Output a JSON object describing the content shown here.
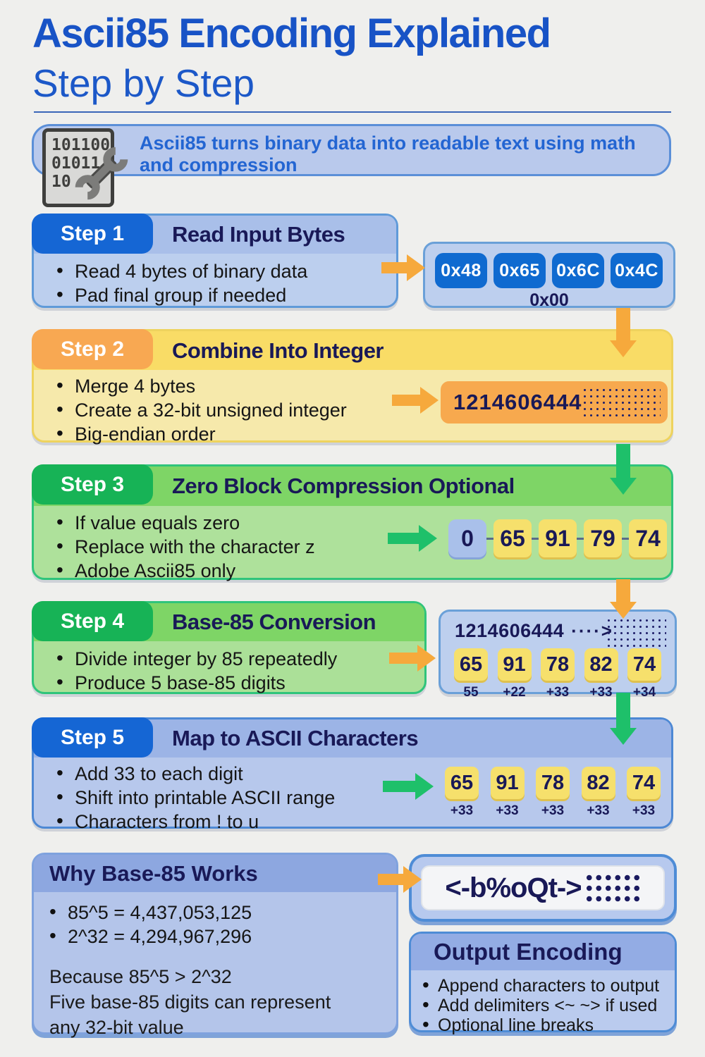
{
  "title": {
    "line1": "Ascii85 Encoding Explained",
    "line2": "Step by Step"
  },
  "intro": {
    "text": "Ascii85 turns binary data into readable text using math and compression",
    "icon_lines": [
      "101100",
      "01011",
      "10"
    ]
  },
  "steps": [
    {
      "label": "Step 1",
      "title": "Read Input Bytes",
      "bullets": [
        "Read 4 bytes of binary data",
        "Pad final group if needed"
      ],
      "bytes": [
        "0x48",
        "0x65",
        "0x6C",
        "0x4C"
      ],
      "pad_byte": "0x00"
    },
    {
      "label": "Step 2",
      "title": "Combine Into Integer",
      "bullets": [
        "Merge 4 bytes",
        "Create a 32-bit unsigned integer",
        "Big-endian order"
      ],
      "integer": "1214606444"
    },
    {
      "label": "Step 3",
      "title": "Zero Block Compression Optional",
      "bullets": [
        "If value equals zero",
        "Replace with the character z",
        "Adobe Ascii85 only"
      ],
      "chips": [
        "0",
        "65",
        "91",
        "79",
        "74"
      ]
    },
    {
      "label": "Step 4",
      "title": "Base-85 Conversion",
      "bullets": [
        "Divide integer by 85 repeatedly",
        "Produce 5 base-85 digits"
      ],
      "integer": "1214606444",
      "dotted_arrow": "····>",
      "digits": [
        "65",
        "91",
        "78",
        "82",
        "74"
      ],
      "sub_labels": [
        "55",
        "+22",
        "+33",
        "+33",
        "+34"
      ]
    },
    {
      "label": "Step 5",
      "title": "Map to ASCII Characters",
      "bullets": [
        "Add 33 to each digit",
        "Shift into printable ASCII range",
        "Characters from ! to u"
      ],
      "digits": [
        "65",
        "91",
        "78",
        "82",
        "74"
      ],
      "sub_labels": [
        "+33",
        "+33",
        "+33",
        "+33",
        "+33"
      ]
    }
  ],
  "why": {
    "title": "Why Base-85 Works",
    "bullets": [
      "85^5 = 4,437,053,125",
      "2^32 = 4,294,967,296"
    ],
    "note_lines": [
      "Because 85^5 > 2^32",
      "Five base-85 digits can represent",
      "any 32-bit value"
    ]
  },
  "output": {
    "encoded": "<-b%oQt->"
  },
  "output_encoding": {
    "title": "Output Encoding",
    "bullets": [
      "Append characters to output",
      "Add delimiters <~ ~> if used",
      "Optional line breaks"
    ]
  },
  "colors": {
    "title_blue": "#1853c6",
    "navy": "#191957",
    "step_blue": "#1566d4",
    "label_orange": "#f8a852",
    "band_yellow": "#f9dc66",
    "label_green": "#17b356",
    "band_green": "#7ed566",
    "arrow_orange": "#f6a93c",
    "arrow_green": "#1ec06a",
    "byte_chip_blue": "#0f6ad0",
    "chip_yellow": "#f6e06c"
  }
}
